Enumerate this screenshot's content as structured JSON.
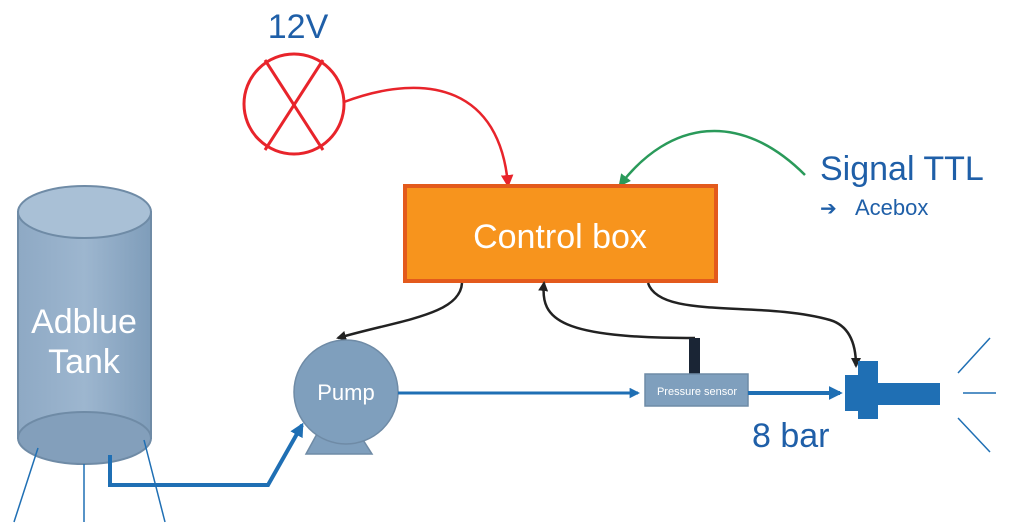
{
  "labels": {
    "voltage": "12V",
    "control_box": "Control box",
    "signal": "Signal TTL",
    "signal_arrow": "➔",
    "signal_target": "Acebox",
    "tank_line1": "Adblue",
    "tank_line2": "Tank",
    "pump": "Pump",
    "pressure_sensor": "Pressure sensor",
    "pressure_value": "8 bar"
  },
  "colors": {
    "power_wire": "#e8242b",
    "signal_wire": "#2a9a5a",
    "control_wire": "#222222",
    "fluid_line": "#1f6fb4",
    "control_box_fill": "#f7941d",
    "control_box_border": "#e35a1c",
    "component_fill": "#7f9fbd",
    "label_blue": "#1f5fa8"
  }
}
